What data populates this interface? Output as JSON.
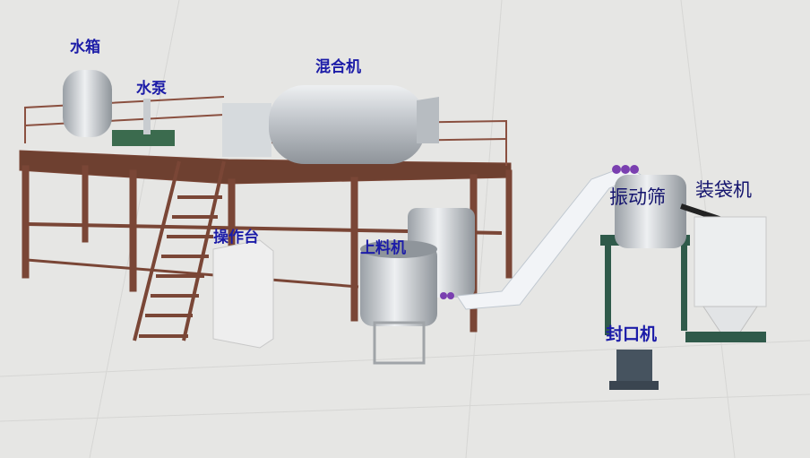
{
  "labels": {
    "water_tank": "水箱",
    "water_pump": "水泵",
    "mixer": "混合机",
    "control_panel": "操作台",
    "feeder": "上料机",
    "vibrating_screen": "振动筛",
    "bagging_machine": "装袋机",
    "sealing_machine": "封口机"
  },
  "colors": {
    "label": "#1c1ca8",
    "frame": "#7a4636",
    "floor": "#e6e6e4",
    "steel": "#c8ccd0",
    "stand": "#2f5a4a"
  }
}
